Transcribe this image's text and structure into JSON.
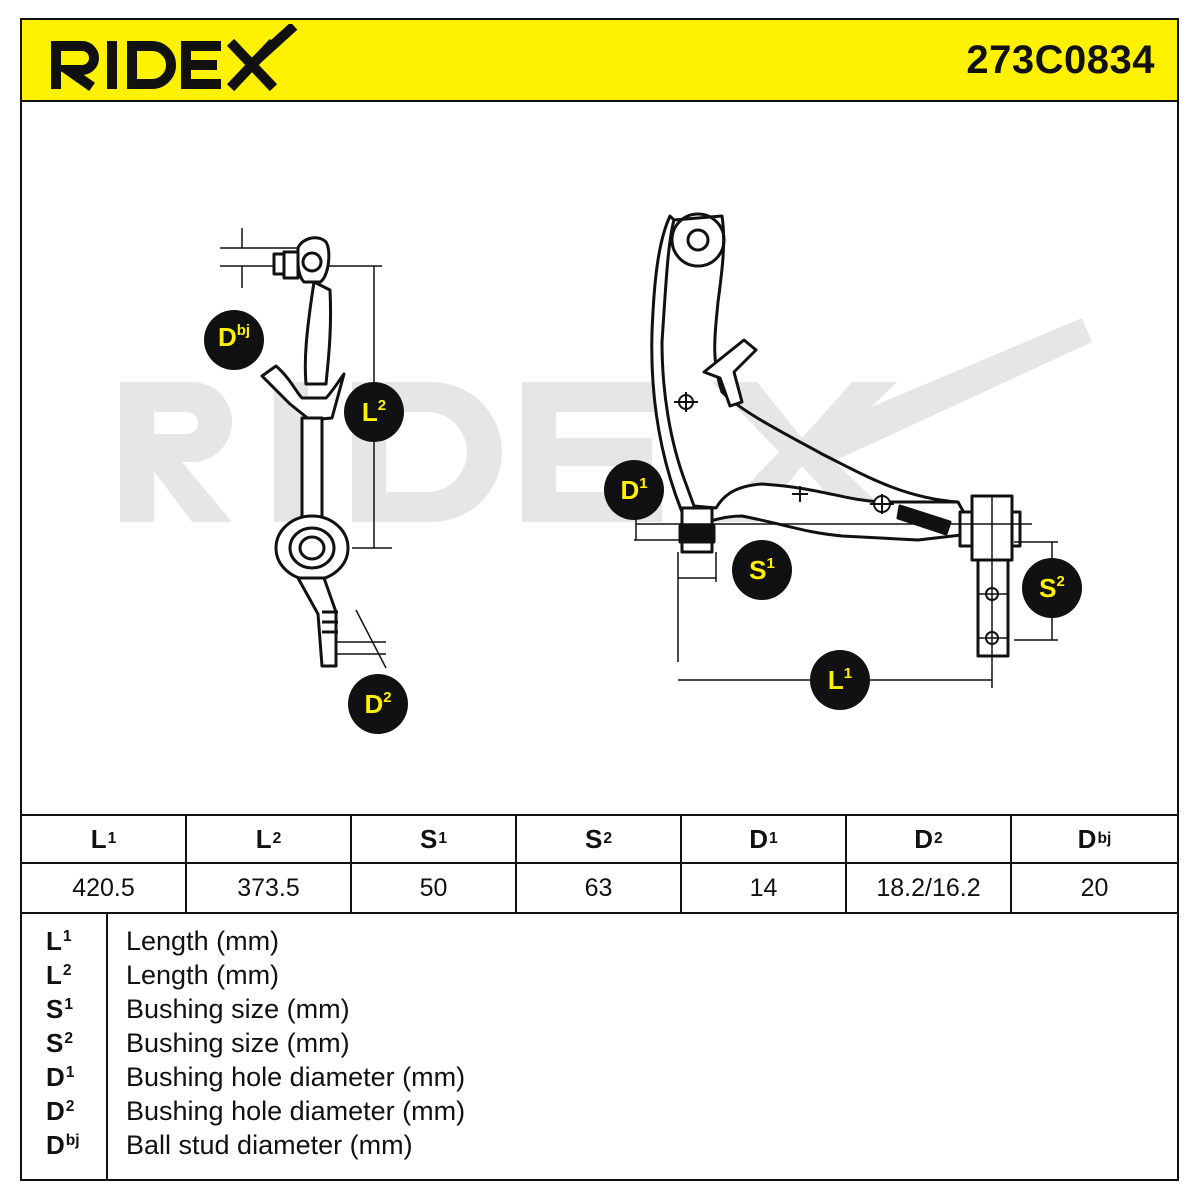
{
  "header": {
    "brand": "RIDEX",
    "part_number": "273C0834",
    "accent_color": "#FFF200"
  },
  "diagram": {
    "callouts": {
      "dbj": {
        "base": "D",
        "sup": "bj"
      },
      "l2": {
        "base": "L",
        "sup": "2"
      },
      "d2": {
        "base": "D",
        "sup": "2"
      },
      "d1": {
        "base": "D",
        "sup": "1"
      },
      "s1": {
        "base": "S",
        "sup": "1"
      },
      "s2": {
        "base": "S",
        "sup": "2"
      },
      "l1": {
        "base": "L",
        "sup": "1"
      }
    },
    "watermark": "RIDEX"
  },
  "spec_table": {
    "headers": [
      {
        "base": "L",
        "sup": "1"
      },
      {
        "base": "L",
        "sup": "2"
      },
      {
        "base": "S",
        "sup": "1"
      },
      {
        "base": "S",
        "sup": "2"
      },
      {
        "base": "D",
        "sup": "1"
      },
      {
        "base": "D",
        "sup": "2"
      },
      {
        "base": "D",
        "sup": "bj"
      }
    ],
    "values": [
      "420.5",
      "373.5",
      "50",
      "63",
      "14",
      "18.2/16.2",
      "20"
    ]
  },
  "legend": [
    {
      "base": "L",
      "sup": "1",
      "desc": "Length (mm)"
    },
    {
      "base": "L",
      "sup": "2",
      "desc": "Length (mm)"
    },
    {
      "base": "S",
      "sup": "1",
      "desc": "Bushing size (mm)"
    },
    {
      "base": "S",
      "sup": "2",
      "desc": "Bushing size (mm)"
    },
    {
      "base": "D",
      "sup": "1",
      "desc": "Bushing hole diameter (mm)"
    },
    {
      "base": "D",
      "sup": "2",
      "desc": "Bushing hole diameter (mm)"
    },
    {
      "base": "D",
      "sup": "bj",
      "desc": "Ball stud diameter (mm)"
    }
  ]
}
